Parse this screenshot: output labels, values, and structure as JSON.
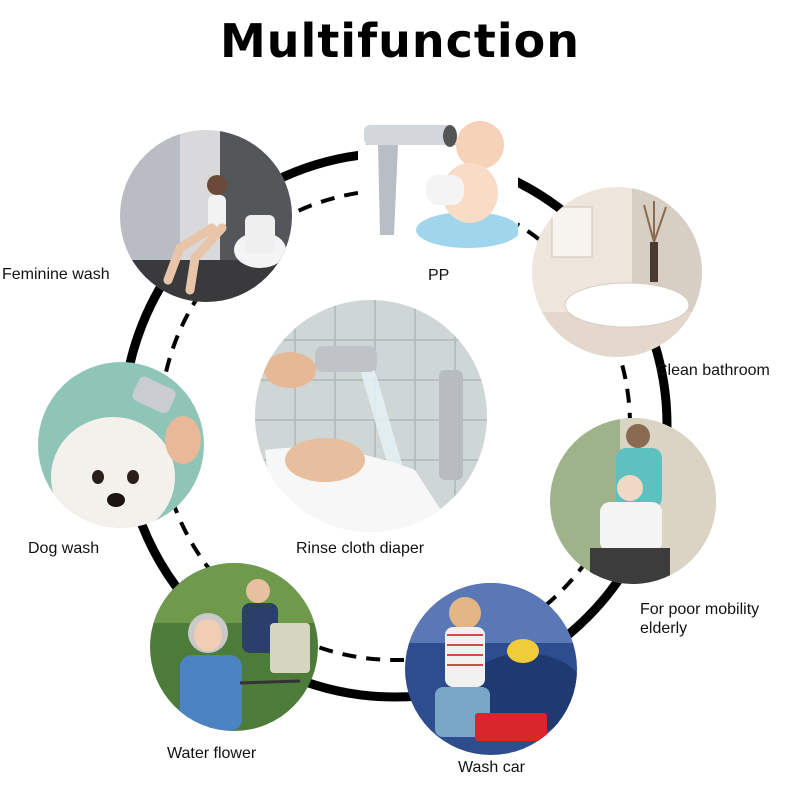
{
  "title": "Multifunction",
  "items": [
    {
      "id": "feminine-wash",
      "label": "Feminine wash"
    },
    {
      "id": "pp",
      "label": "PP"
    },
    {
      "id": "clean-bathroom",
      "label": "Clean bathroom"
    },
    {
      "id": "dog-wash",
      "label": "Dog wash"
    },
    {
      "id": "rinse-cloth-diaper",
      "label": "Rinse cloth diaper"
    },
    {
      "id": "poor-mobility",
      "label_line1": "For poor mobility",
      "label_line2": "elderly"
    },
    {
      "id": "water-flower",
      "label": "Water flower"
    },
    {
      "id": "wash-car",
      "label": "Wash car"
    }
  ]
}
